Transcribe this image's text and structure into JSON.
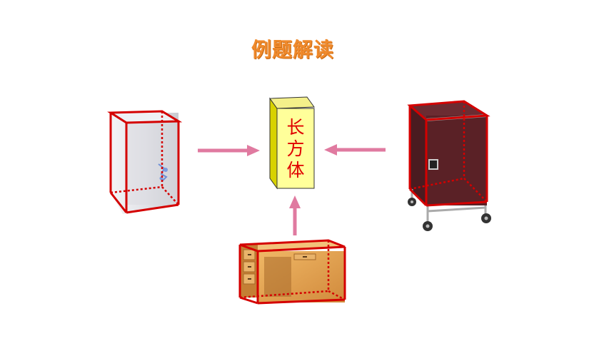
{
  "title": "例题解读",
  "center_label": [
    "长",
    "方",
    "体"
  ],
  "colors": {
    "title": "#f08a2c",
    "arrow": "#e07aa0",
    "outline": "#d40000",
    "cuboid_front": "#ffff9a",
    "cuboid_side": "#d8d200",
    "cabinet": "#5a2126",
    "desk": "#e6a75a"
  },
  "objects": [
    {
      "name": "refrigerator",
      "icon": "fridge-icon"
    },
    {
      "name": "cabinet",
      "icon": "cabinet-icon"
    },
    {
      "name": "desk",
      "icon": "desk-icon"
    }
  ]
}
